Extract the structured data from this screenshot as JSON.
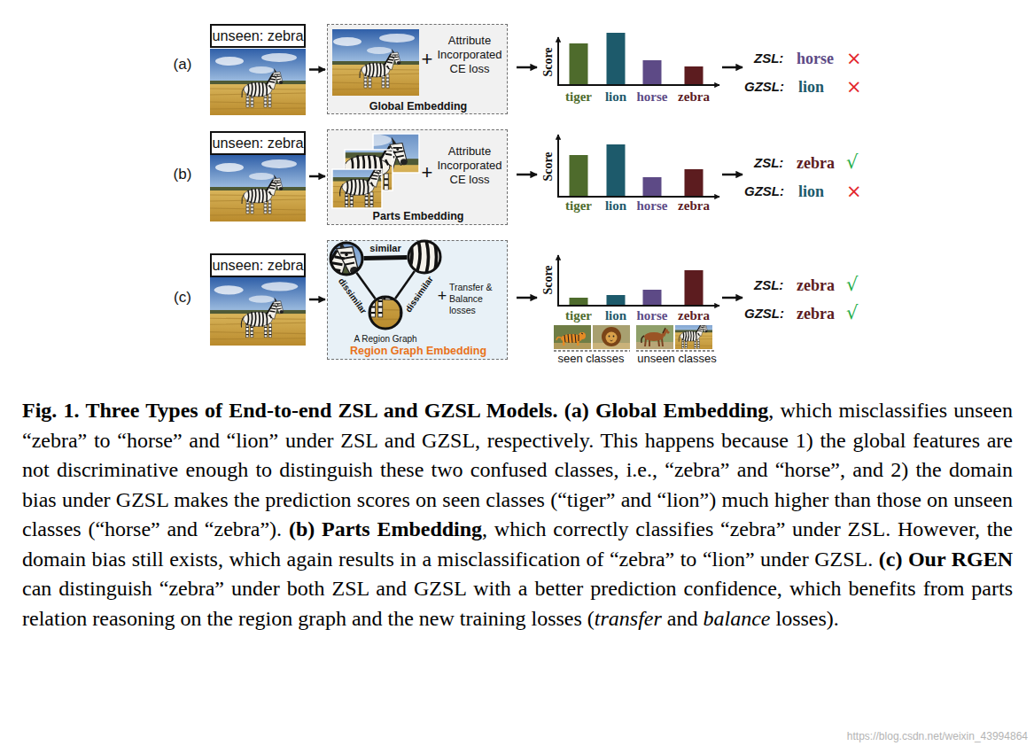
{
  "diagram": {
    "caption": "Fig. 1. Three Types of End-to-end ZSL and GZSL Models. (a) Global Embedding, which misclassifies unseen “zebra” to “horse” and “lion” under ZSL and GZSL, respectively. This happens because 1) the global features are not discriminative enough to distinguish these two confused classes, i.e., “zebra” and “horse”, and 2) the domain bias under GZSL makes the prediction scores on seen classes (“tiger” and “lion”) much higher than those on unseen classes (“horse” and “zebra”). (b) Parts Embedding, which correctly classifies “zebra” under ZSL. However, the domain bias still exists, which again results in a misclassification of “zebra” to “lion” under GZSL. (c) Our RGEN can distinguish “zebra” under both ZSL and GZSL with a better prediction confidence, which benefits from parts relation reasoning on the region graph and the new training losses (transfer and balance losses).",
    "nodes": [
      {
        "text": [
          "unseen: zebra"
        ]
      },
      {
        "text": [
          "+",
          "Attribute Incorporated CE loss",
          "Global Embedding"
        ]
      },
      {
        "text": [
          "unseen: zebra"
        ]
      },
      {
        "text": [
          "+",
          "Attribute Incorporated CE loss",
          "Parts Embedding"
        ]
      },
      {
        "text": [
          "unseen: zebra"
        ]
      },
      {
        "text": [
          "similar",
          "dissimilar",
          "dissimilar",
          "A Region Graph",
          "+",
          "Transfer & Balance losses",
          "Region Graph Embedding"
        ]
      }
    ],
    "edges": [
      {
        "from": 0,
        "to": 1,
        "arrow": "to"
      },
      {
        "from": 2,
        "to": 3,
        "arrow": "to"
      },
      {
        "from": 4,
        "to": 5,
        "arrow": "to"
      }
    ],
    "labels": [
      "(a)",
      "Score",
      "tiger",
      "lion",
      "horse",
      "zebra",
      "ZSL:",
      "horse",
      "×",
      "GZSL:",
      "lion",
      "×",
      "(b)",
      "Score",
      "tiger",
      "lion",
      "horse",
      "zebra",
      "ZSL:",
      "zebra",
      "√",
      "GZSL:",
      "lion",
      "×",
      "(c)",
      "Score",
      "tiger",
      "lion",
      "horse",
      "zebra",
      "seen classes",
      "unseen classes",
      "ZSL:",
      "zebra",
      "√",
      "GZSL:",
      "zebra",
      "√",
      "https://blog.csdn.net/weixin_43994864"
    ]
  }
}
